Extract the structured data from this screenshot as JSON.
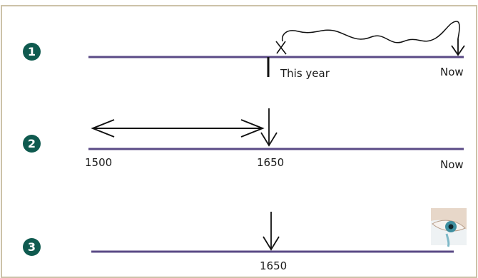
{
  "colors": {
    "frame_border": "#ccc2a8",
    "timeline": "#5a4a86",
    "badge": "#0f5a4f",
    "ink": "#111111"
  },
  "timelines": [
    {
      "number": "1",
      "labels": {
        "this_year": "This year",
        "now": "Now"
      }
    },
    {
      "number": "2",
      "labels": {
        "start": "1500",
        "mark": "1650",
        "now": "Now"
      }
    },
    {
      "number": "3",
      "labels": {
        "mark": "1650"
      },
      "image_icon": "eye-icon"
    }
  ]
}
